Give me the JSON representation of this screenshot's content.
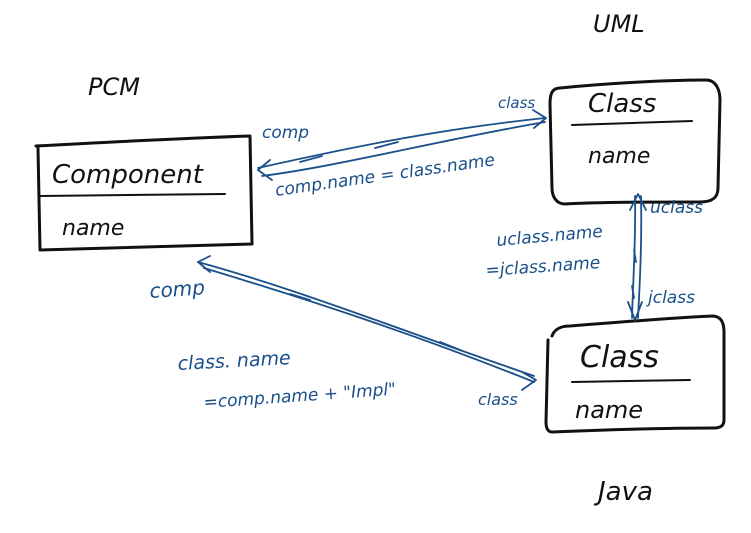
{
  "packages": {
    "pcm": "PCM",
    "uml": "UML",
    "java": "Java"
  },
  "classes": {
    "pcm_component": {
      "name": "Component",
      "attribute": "name"
    },
    "uml_class": {
      "name": "Class",
      "attribute": "name"
    },
    "java_class": {
      "name": "Class",
      "attribute": "name"
    }
  },
  "links": {
    "pcm_uml": {
      "end_pcm": "comp",
      "end_uml": "class",
      "constraint": "comp.name = class.name"
    },
    "uml_java": {
      "end_uml": "uclass",
      "end_java": "jclass",
      "constraint_line1": "uclass.name",
      "constraint_line2": "=jclass.name"
    },
    "pcm_java": {
      "end_pcm": "comp",
      "end_java": "class",
      "constraint_line1": "class. name",
      "constraint_line2": "=comp.name + \"Impl\""
    }
  },
  "colors": {
    "ink": "#111111",
    "link_ink": "#1a4f8a"
  }
}
